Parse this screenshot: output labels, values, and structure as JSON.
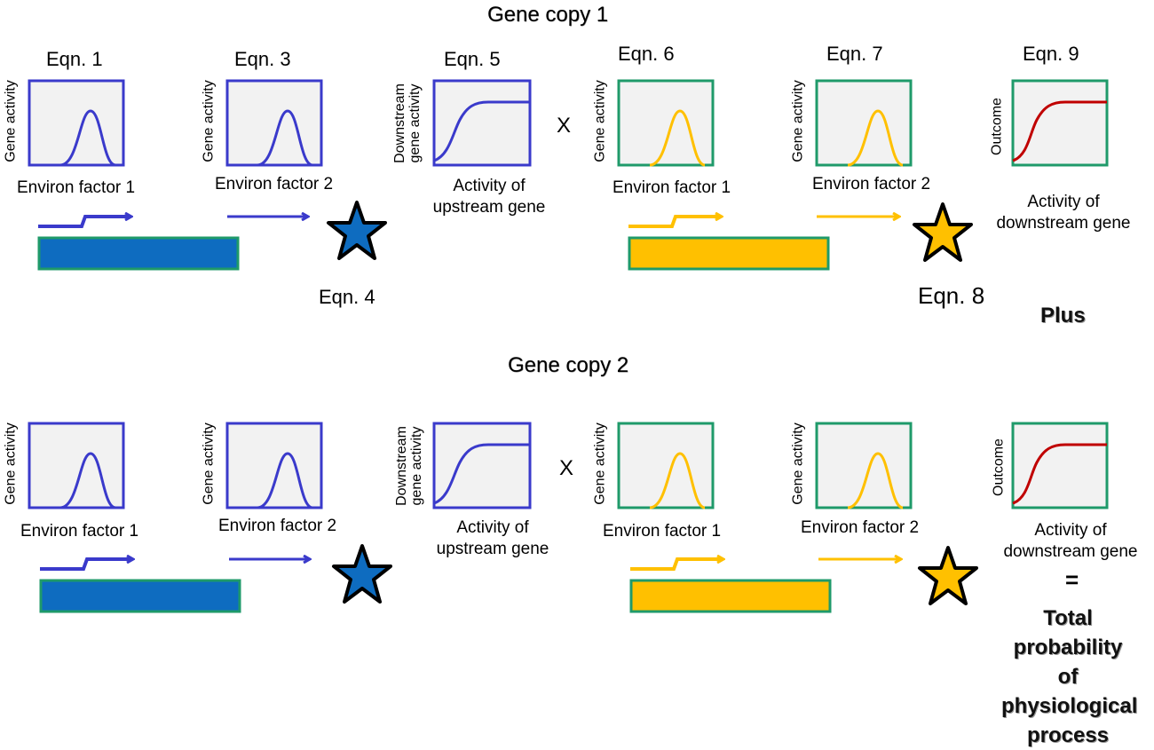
{
  "colors": {
    "blue_line": "#3a3acb",
    "blue_fill": "#0e6cc0",
    "gold": "#ffc000",
    "green_border": "#1f9a6a",
    "red_curve": "#c00000",
    "panel_bg": "#f2f2f2"
  },
  "copy1": {
    "title": "Gene copy 1",
    "eqn1": "Eqn. 1",
    "eqn3": "Eqn. 3",
    "eqn4": "Eqn. 4",
    "eqn5": "Eqn. 5",
    "eqn6": "Eqn. 6",
    "eqn7": "Eqn. 7",
    "eqn8": "Eqn. 8",
    "eqn9": "Eqn. 9",
    "times": "X"
  },
  "copy2": {
    "title": "Gene copy 2",
    "times": "X"
  },
  "labels": {
    "gene_activity": "Gene activity",
    "downstream_activity": "Downstream gene activity",
    "outcome": "Outcome",
    "environ1": "Environ factor 1",
    "environ2": "Environ factor 2",
    "activity_upstream": "Activity of upstream gene",
    "activity_downstream": "Activity of downstream gene"
  },
  "plus": "Plus",
  "equals": "=",
  "total": "Total probability of physiological process"
}
